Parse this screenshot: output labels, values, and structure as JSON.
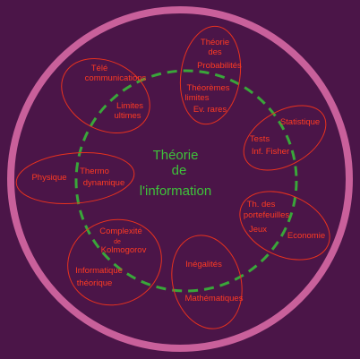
{
  "center": {
    "line1": "Théorie",
    "line2": "de",
    "line3": "l'information"
  },
  "domains": {
    "telecom": {
      "title_line1": "Télé",
      "title_line2": "communications",
      "sub_line1": "Limites",
      "sub_line2": "ultimes"
    },
    "probability": {
      "title_line1": "Théorie",
      "title_line2": "des",
      "title_line3": "Probabilités",
      "sub_line1": "Théorèmes",
      "sub_line2": "limites",
      "sub_line3": "Ev. rares"
    },
    "statistics": {
      "title": "Statistique",
      "sub_line1": "Tests",
      "sub_line2": "Inf. Fisher"
    },
    "physics": {
      "title": "Physique",
      "sub_line1": "Thermo",
      "sub_line2": "dynamique"
    },
    "economics": {
      "title": "Economie",
      "sub_line1": "Th. des",
      "sub_line2": "portefeuilles",
      "sub_line3": "Jeux"
    },
    "computer_science": {
      "title_line1": "Complexité",
      "title_line2": "de",
      "title_line3": "Kolmogorov",
      "sub_line1": "Informatique",
      "sub_line2": "théorique"
    },
    "mathematics": {
      "title": "Mathématiques",
      "sub": "Inégalités"
    }
  },
  "colors": {
    "background": "#4b1548",
    "outer_ring": "#c9609b",
    "ellipse_stroke": "#e8321e",
    "text_red": "#ff3b22",
    "dashed_circle": "#3aa63a",
    "center_text": "#3ec23a"
  }
}
